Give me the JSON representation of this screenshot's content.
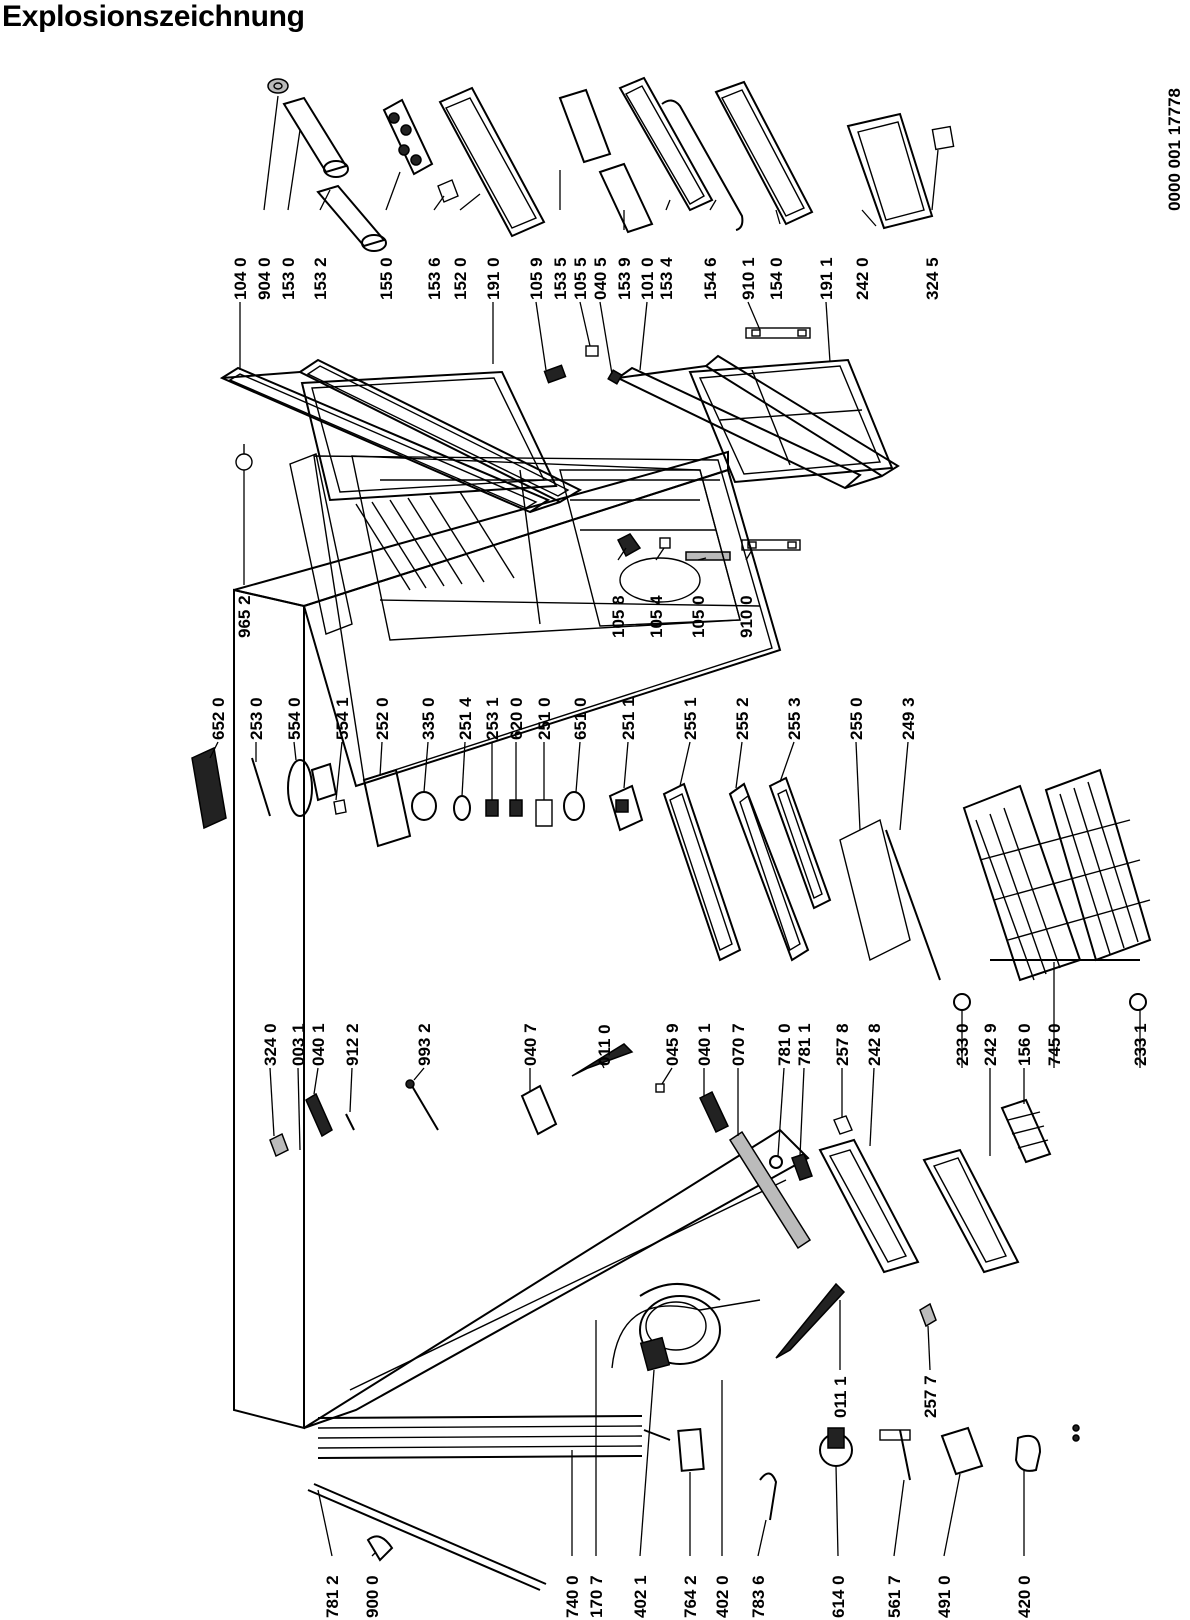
{
  "title": "Explosionszeichnung",
  "document_number": "0000 001 17778",
  "labels": {
    "l_9652": "965 2",
    "l_1040": "104 0",
    "l_9040": "904 0",
    "l_1530": "153 0",
    "l_1532": "153 2",
    "l_1550": "155 0",
    "l_1536": "153 6",
    "l_1520": "152 0",
    "l_1910": "191 0",
    "l_1059": "105 9",
    "l_1535": "153 5",
    "l_1055": "105 5",
    "l_0405": "040 5",
    "l_1539": "153 9",
    "l_1010": "101 0",
    "l_1534": "153 4",
    "l_1546": "154 6",
    "l_9101": "910 1",
    "l_1540": "154 0",
    "l_1911": "191 1",
    "l_2420": "242 0",
    "l_3245": "324 5",
    "l_1058": "105 8",
    "l_1054": "105 4",
    "l_1050": "105 0",
    "l_9100": "910 0",
    "l_6520": "652 0",
    "l_2530": "253 0",
    "l_5540": "554 0",
    "l_5541": "554 1",
    "l_2520": "252 0",
    "l_3350": "335 0",
    "l_2514": "251 4",
    "l_2531": "253 1",
    "l_6200": "620 0",
    "l_2510": "251 0",
    "l_6510": "651 0",
    "l_2511": "251 1",
    "l_2551": "255 1",
    "l_2552": "255 2",
    "l_2553": "255 3",
    "l_2550": "255 0",
    "l_2493": "249 3",
    "l_3240": "324 0",
    "l_0031": "003 1",
    "l_0401a": "040 1",
    "l_9122": "912 2",
    "l_9932": "993 2",
    "l_0407": "040 7",
    "l_0110": "011 0",
    "l_0459": "045 9",
    "l_0401b": "040 1",
    "l_0707": "070 7",
    "l_7810": "781 0",
    "l_7811": "781 1",
    "l_2578": "257 8",
    "l_2428": "242 8",
    "l_2330": "233 0",
    "l_2429": "242 9",
    "l_1560": "156 0",
    "l_7450": "745 0",
    "l_2331": "233 1",
    "l_0111": "011 1",
    "l_2577": "257 7",
    "l_7812": "781 2",
    "l_9000": "900 0",
    "l_7400": "740 0",
    "l_1707": "170 7",
    "l_4021": "402 1",
    "l_7642": "764 2",
    "l_4020": "402 0",
    "l_7836": "783 6",
    "l_6140": "614 0",
    "l_5617": "561 7",
    "l_4910": "491 0",
    "l_4200": "420 0"
  }
}
